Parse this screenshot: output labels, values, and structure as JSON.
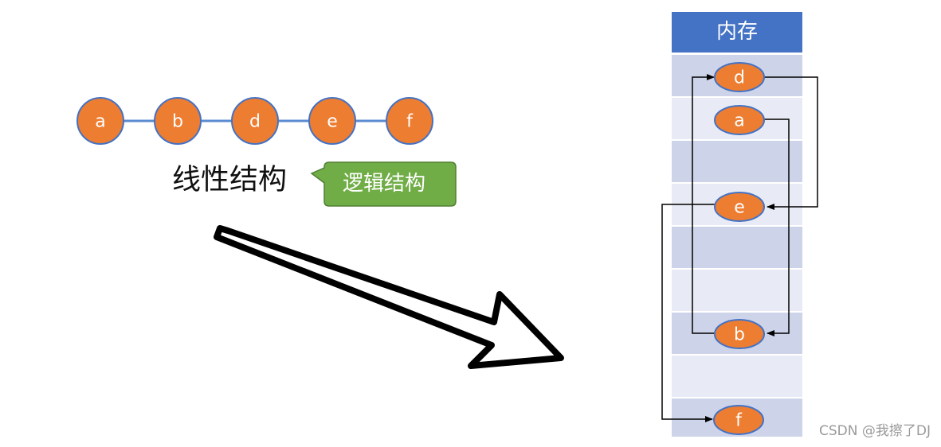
{
  "linear_nodes": [
    "a",
    "b",
    "d",
    "e",
    "f"
  ],
  "caption": "线性结构",
  "callout": "逻辑结构",
  "memory": {
    "title": "内存",
    "slots": [
      "d",
      "a",
      "",
      "e",
      "",
      "",
      "b",
      "",
      "f"
    ]
  },
  "watermark": "CSDN @我擦了DJ",
  "colors": {
    "node_fill": "#ED7D31",
    "node_stroke": "#4472C4",
    "link_line": "#5B8BD0",
    "callout_fill": "#70AD47",
    "memory_header": "#4472C4",
    "slot_dark": "#CDD4E9",
    "slot_light": "#E8EBF5"
  }
}
